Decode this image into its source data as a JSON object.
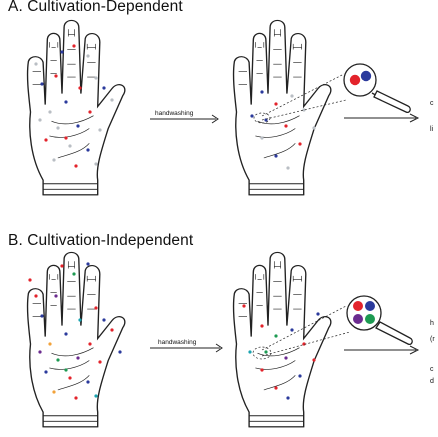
{
  "panels": {
    "a": {
      "title": "A. Cultivation-Dependent",
      "arrow_label": "handwashing",
      "side_text": [
        "c",
        "li"
      ]
    },
    "b": {
      "title": "B. Cultivation-Independent",
      "arrow_label": "handwashing",
      "side_text": [
        "h",
        "(r",
        "c",
        "d"
      ]
    }
  },
  "colors": {
    "outline": "#222222",
    "red": "#e3232b",
    "blue": "#2b3a9c",
    "gray": "#b9bec4",
    "green": "#1d9a52",
    "purple": "#6b2b8f",
    "orange": "#f2a23a",
    "teal": "#1aa3b0"
  },
  "icons": [
    "hand-icon",
    "magnifying-glass-icon",
    "arrow-right-icon"
  ]
}
